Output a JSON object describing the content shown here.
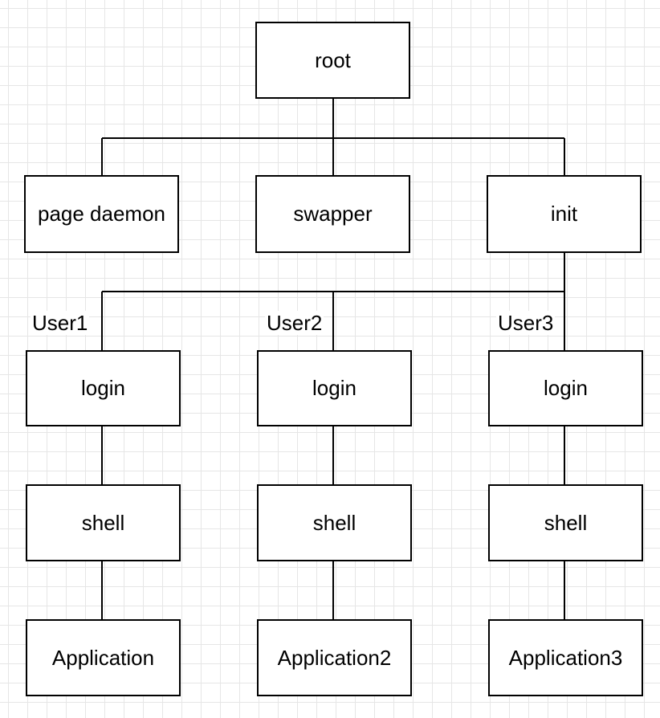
{
  "diagram": {
    "root": "root",
    "system": [
      "page daemon",
      "swapper",
      "init"
    ],
    "users": [
      {
        "user": "User1",
        "login": "login",
        "shell": "shell",
        "app": "Application"
      },
      {
        "user": "User2",
        "login": "login",
        "shell": "shell",
        "app": "Application2"
      },
      {
        "user": "User3",
        "login": "login",
        "shell": "shell",
        "app": "Application3"
      }
    ]
  }
}
